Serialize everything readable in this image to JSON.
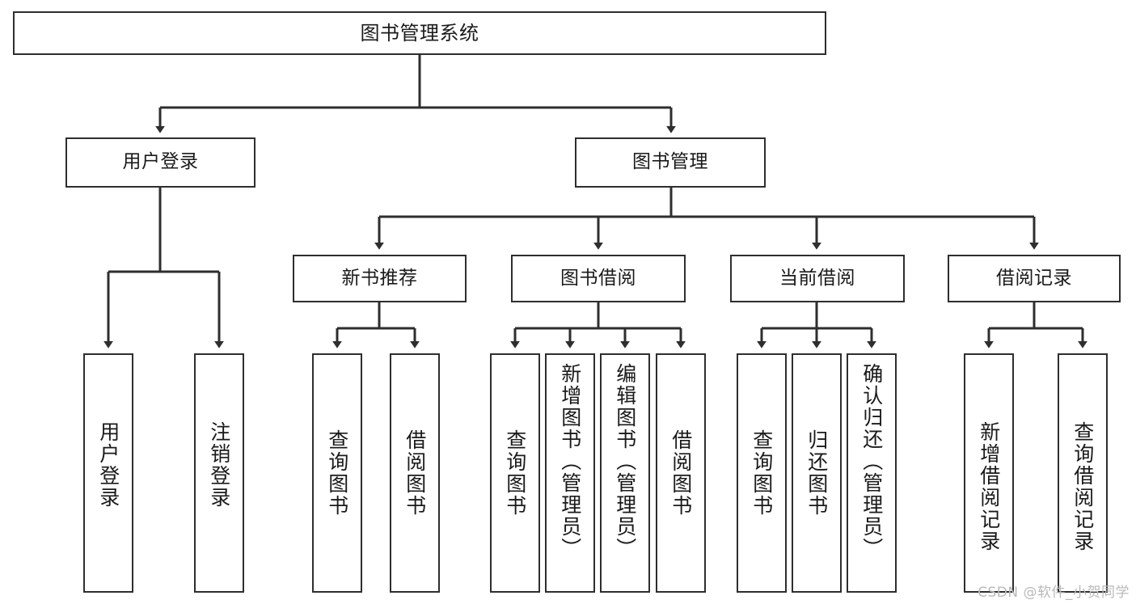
{
  "diagram": {
    "type": "tree-hierarchy-chart",
    "title": "图书管理系统",
    "watermark": "CSDN @软件_小贺同学",
    "colors": {
      "stroke": "#2e2e2e",
      "fill": "#ffffff",
      "text": "#1a1a1a",
      "watermark": "#b9b9b9"
    },
    "nodes": {
      "root": {
        "label": "图书管理系统"
      },
      "level2": [
        {
          "id": "user-login",
          "label": "用户登录"
        },
        {
          "id": "book-management",
          "label": "图书管理"
        }
      ],
      "level3": [
        {
          "id": "new-book-recommend",
          "label": "新书推荐"
        },
        {
          "id": "book-borrow",
          "label": "图书借阅"
        },
        {
          "id": "current-borrow",
          "label": "当前借阅"
        },
        {
          "id": "borrow-record",
          "label": "借阅记录"
        }
      ],
      "leaves": {
        "user_login": [
          {
            "id": "leaf-user-login",
            "label": "用户登录"
          },
          {
            "id": "leaf-logout-login",
            "label": "注销登录"
          }
        ],
        "new_book_recommend": [
          {
            "id": "leaf-query-book-1",
            "label": "查询图书"
          },
          {
            "id": "leaf-borrow-book-1",
            "label": "借阅图书"
          }
        ],
        "book_borrow": [
          {
            "id": "leaf-query-book-2",
            "label": "查询图书"
          },
          {
            "id": "leaf-add-book",
            "label": "新增图书（管理员）"
          },
          {
            "id": "leaf-edit-book",
            "label": "编辑图书（管理员）"
          },
          {
            "id": "leaf-borrow-book-2",
            "label": "借阅图书"
          }
        ],
        "current_borrow": [
          {
            "id": "leaf-query-book-3",
            "label": "查询图书"
          },
          {
            "id": "leaf-return-book",
            "label": "归还图书"
          },
          {
            "id": "leaf-confirm-return",
            "label": "确认归还（管理员）"
          }
        ],
        "borrow_record": [
          {
            "id": "leaf-add-record",
            "label": "新增借阅记录"
          },
          {
            "id": "leaf-query-record",
            "label": "查询借阅记录"
          }
        ]
      }
    }
  }
}
